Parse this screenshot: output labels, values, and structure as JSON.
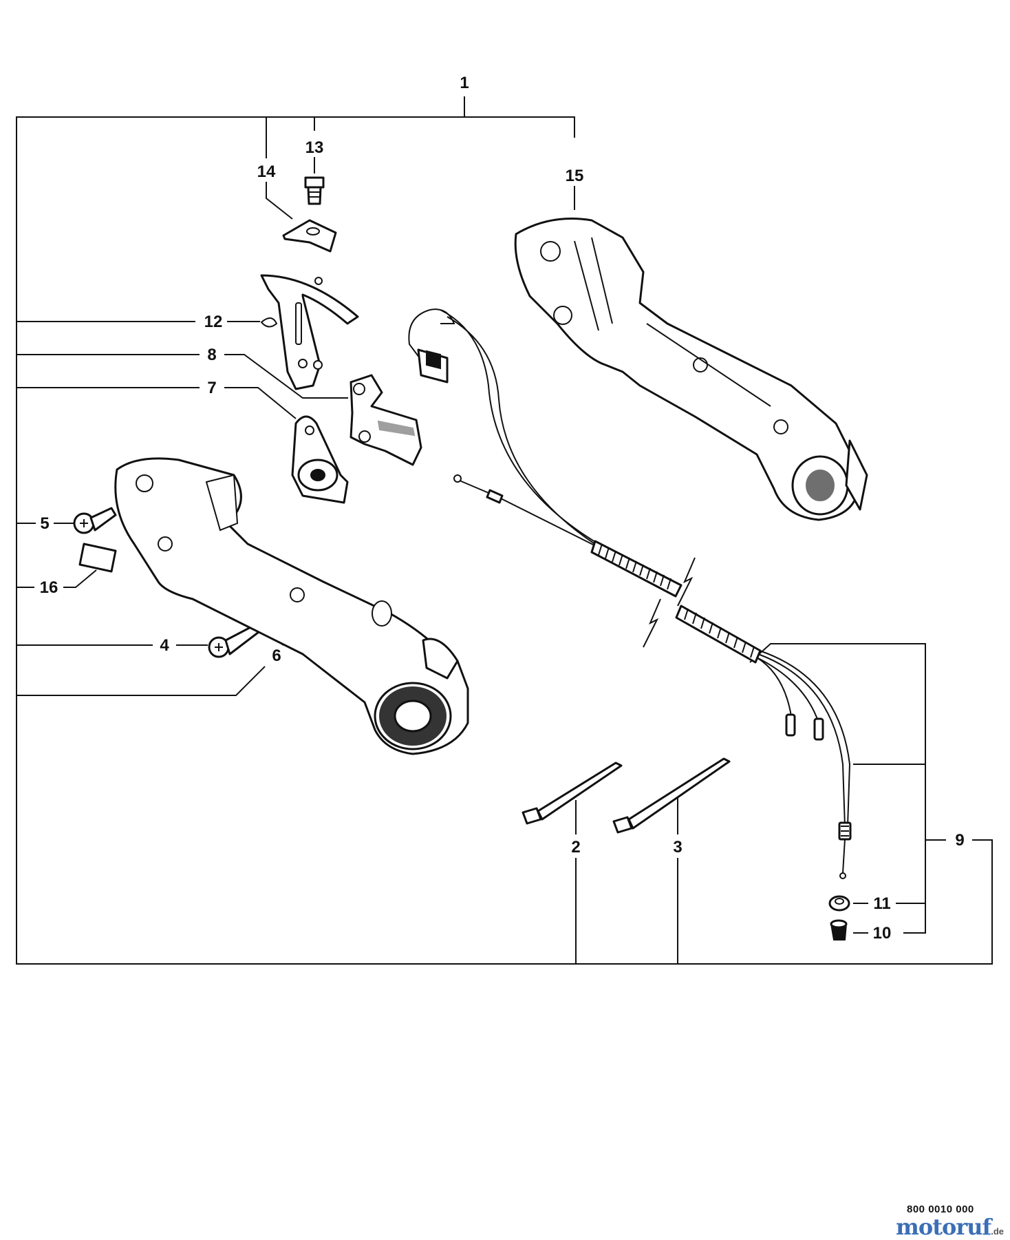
{
  "callouts": [
    "1",
    "2",
    "3",
    "4",
    "5",
    "6",
    "7",
    "8",
    "9",
    "10",
    "11",
    "12",
    "13",
    "14",
    "15",
    "16"
  ],
  "footer": {
    "document_code": "800 0010 000",
    "watermark": "motoruf",
    "watermark_suffix": ".de"
  }
}
